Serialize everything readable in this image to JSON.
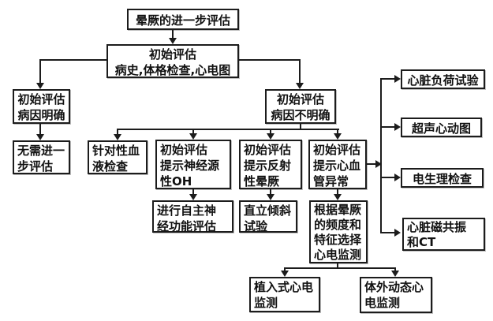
{
  "colors": {
    "background": "#ffffff",
    "line": "#1c1c1c",
    "box_border": "#1c1c1c",
    "text": "#111111"
  },
  "nodes": {
    "further_eval": {
      "text": "晕厥的进一步评估"
    },
    "initial_eval": {
      "text": "初始评估\n病史,体格检查,心电图"
    },
    "cause_known": {
      "text": "初始评估\n病因明确"
    },
    "cause_unknown": {
      "text": "初始评估\n病因不明确"
    },
    "no_further_eval": {
      "text": "无需进一\n步评估"
    },
    "blood_test": {
      "text": "针对性血\n液检查"
    },
    "neurogenic_oh": {
      "text": "初始评估\n提示神经源\n性OH"
    },
    "reflex_syncope": {
      "text": "初始评估\n提示反射\n性晕厥"
    },
    "cardiovascular_abnormal": {
      "text": "初始评估\n提示心血\n管异常"
    },
    "autonomic_function_eval": {
      "text": "进行自主神\n经功能评估"
    },
    "tilt_test": {
      "text": "直立倾斜\n试验"
    },
    "ecg_monitor_selection": {
      "text": "根据晕厥\n的频度和\n特征选择\n心电监测"
    },
    "implantable_ecg": {
      "text": "植入式心电\n监测"
    },
    "external_ambulatory_ecg": {
      "text": "体外动态心\n电监测"
    },
    "cardiac_stress_test": {
      "text": "心脏负荷试验"
    },
    "echocardiogram": {
      "text": "超声心动图"
    },
    "electrophysiology_exam": {
      "text": "电生理检查"
    },
    "cardiac_mri_ct": {
      "text": "心脏磁共振\n和CT"
    }
  }
}
